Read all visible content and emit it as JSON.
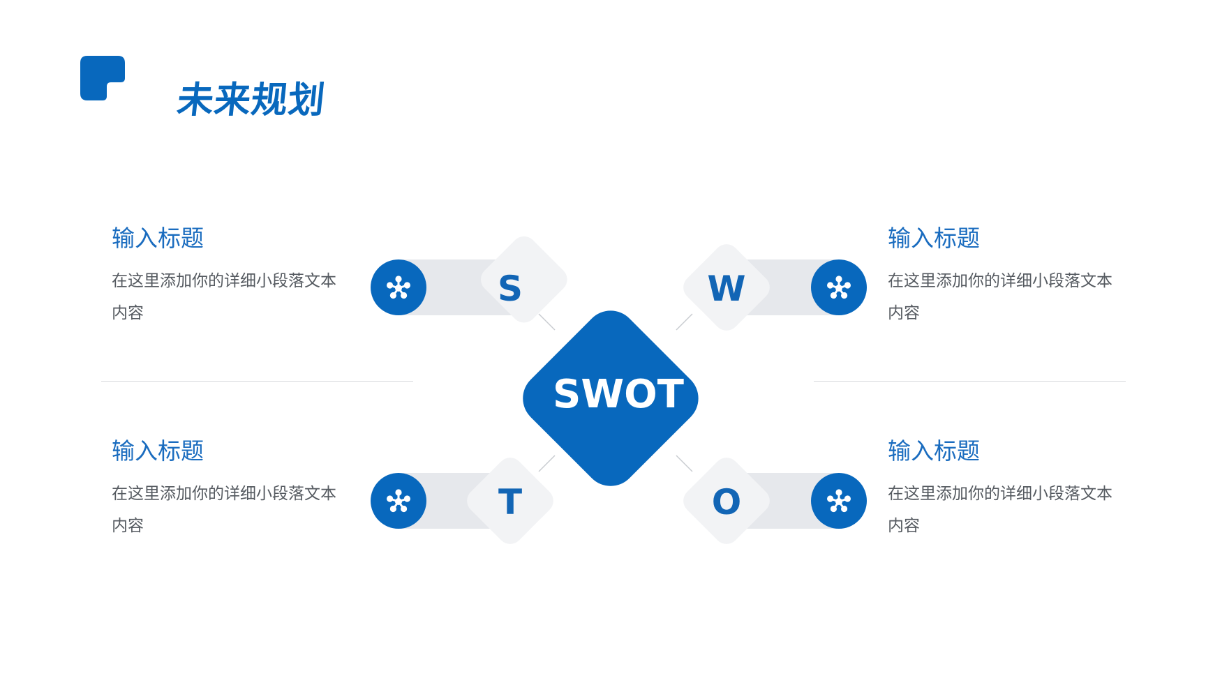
{
  "page": {
    "title": "未来规划"
  },
  "swot": {
    "center_label": "SWOT",
    "letters": {
      "s": "S",
      "w": "W",
      "t": "T",
      "o": "O"
    }
  },
  "blocks": {
    "s": {
      "title": "输入标题",
      "desc": "在这里添加你的详细小段落文本内容"
    },
    "w": {
      "title": "输入标题",
      "desc": "在这里添加你的详细小段落文本内容"
    },
    "t": {
      "title": "输入标题",
      "desc": "在这里添加你的详细小段落文本内容"
    },
    "o": {
      "title": "输入标题",
      "desc": "在这里添加你的详细小段落文本内容"
    }
  },
  "colors": {
    "brand": "#0868bd",
    "title": "#1a6cbf",
    "pill": "#e6e8ec",
    "diamond": "#f2f3f5",
    "letter": "#1265b5"
  },
  "icons": {
    "node": "molecule-icon",
    "logo": "logo-mark-icon"
  }
}
